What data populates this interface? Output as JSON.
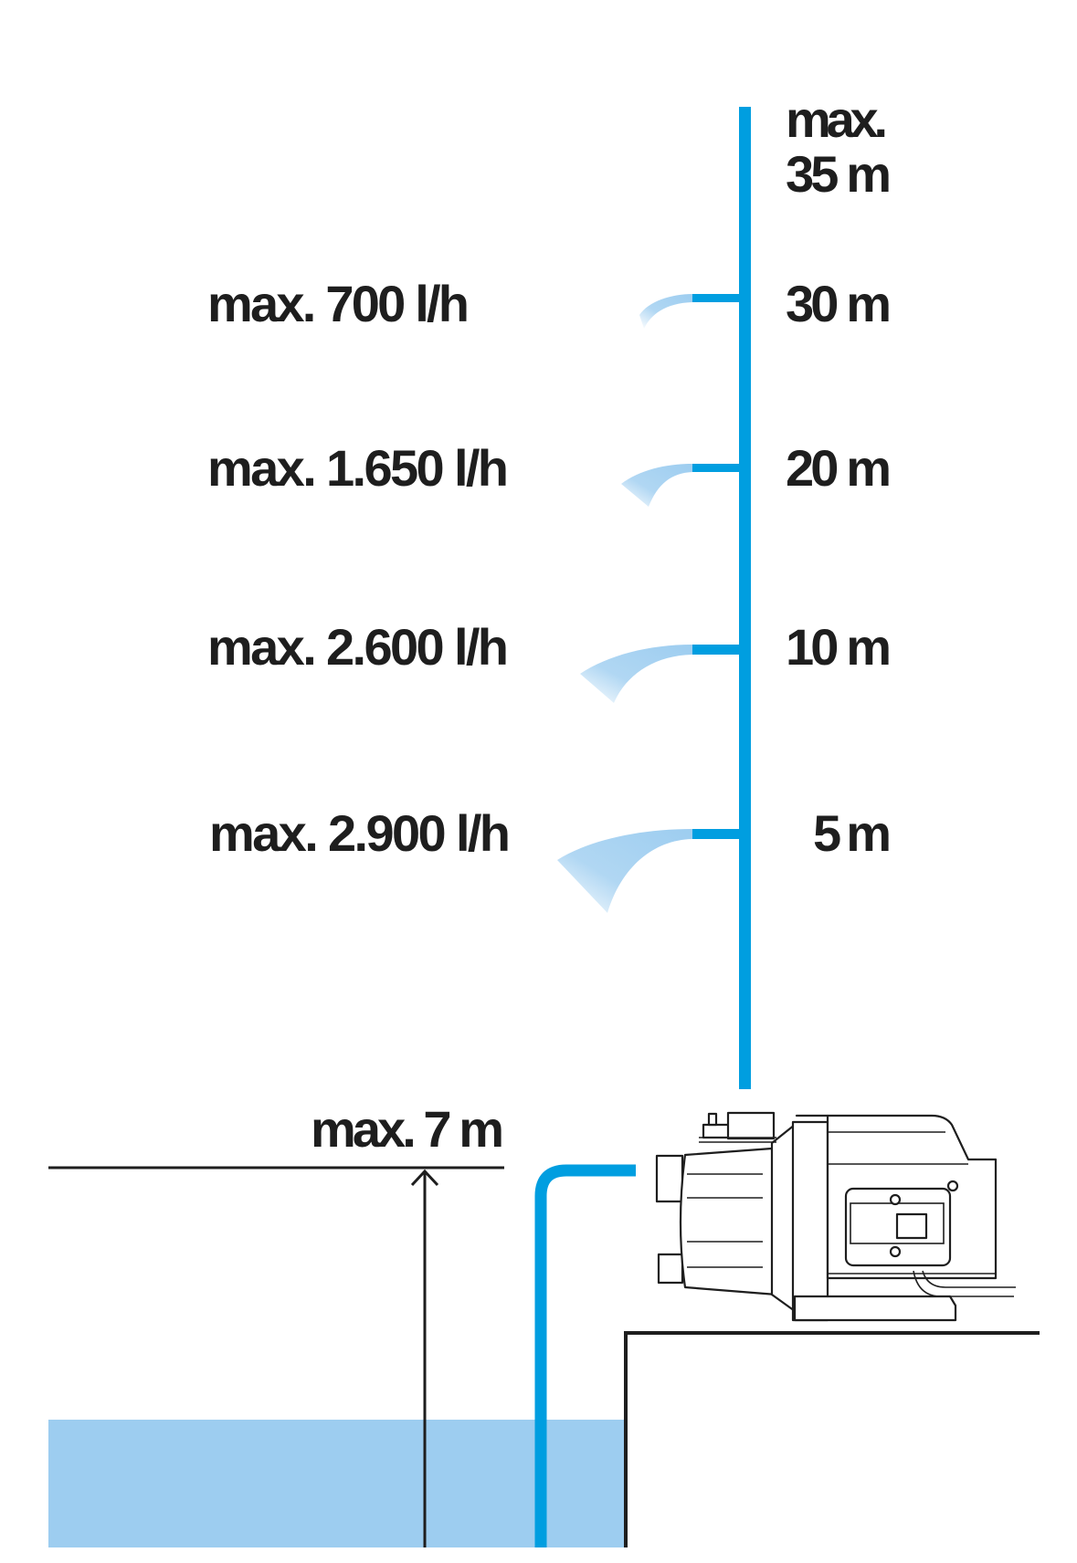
{
  "colors": {
    "pipe": "#009ee0",
    "water": "#9dcdf0",
    "spray": "#9dcdf0",
    "ink": "#1e1e1e"
  },
  "head": {
    "max_label_line1": "max.",
    "max_label_line2": "35 m",
    "levels": [
      {
        "height": "30 m",
        "flow": "max. 700 l/h"
      },
      {
        "height": "20 m",
        "flow": "max. 1.650 l/h"
      },
      {
        "height": "10 m",
        "flow": "max. 2.600 l/h"
      },
      {
        "height": "5 m",
        "flow": "max. 2.900 l/h"
      }
    ]
  },
  "suction": {
    "label": "max. 7 m"
  }
}
